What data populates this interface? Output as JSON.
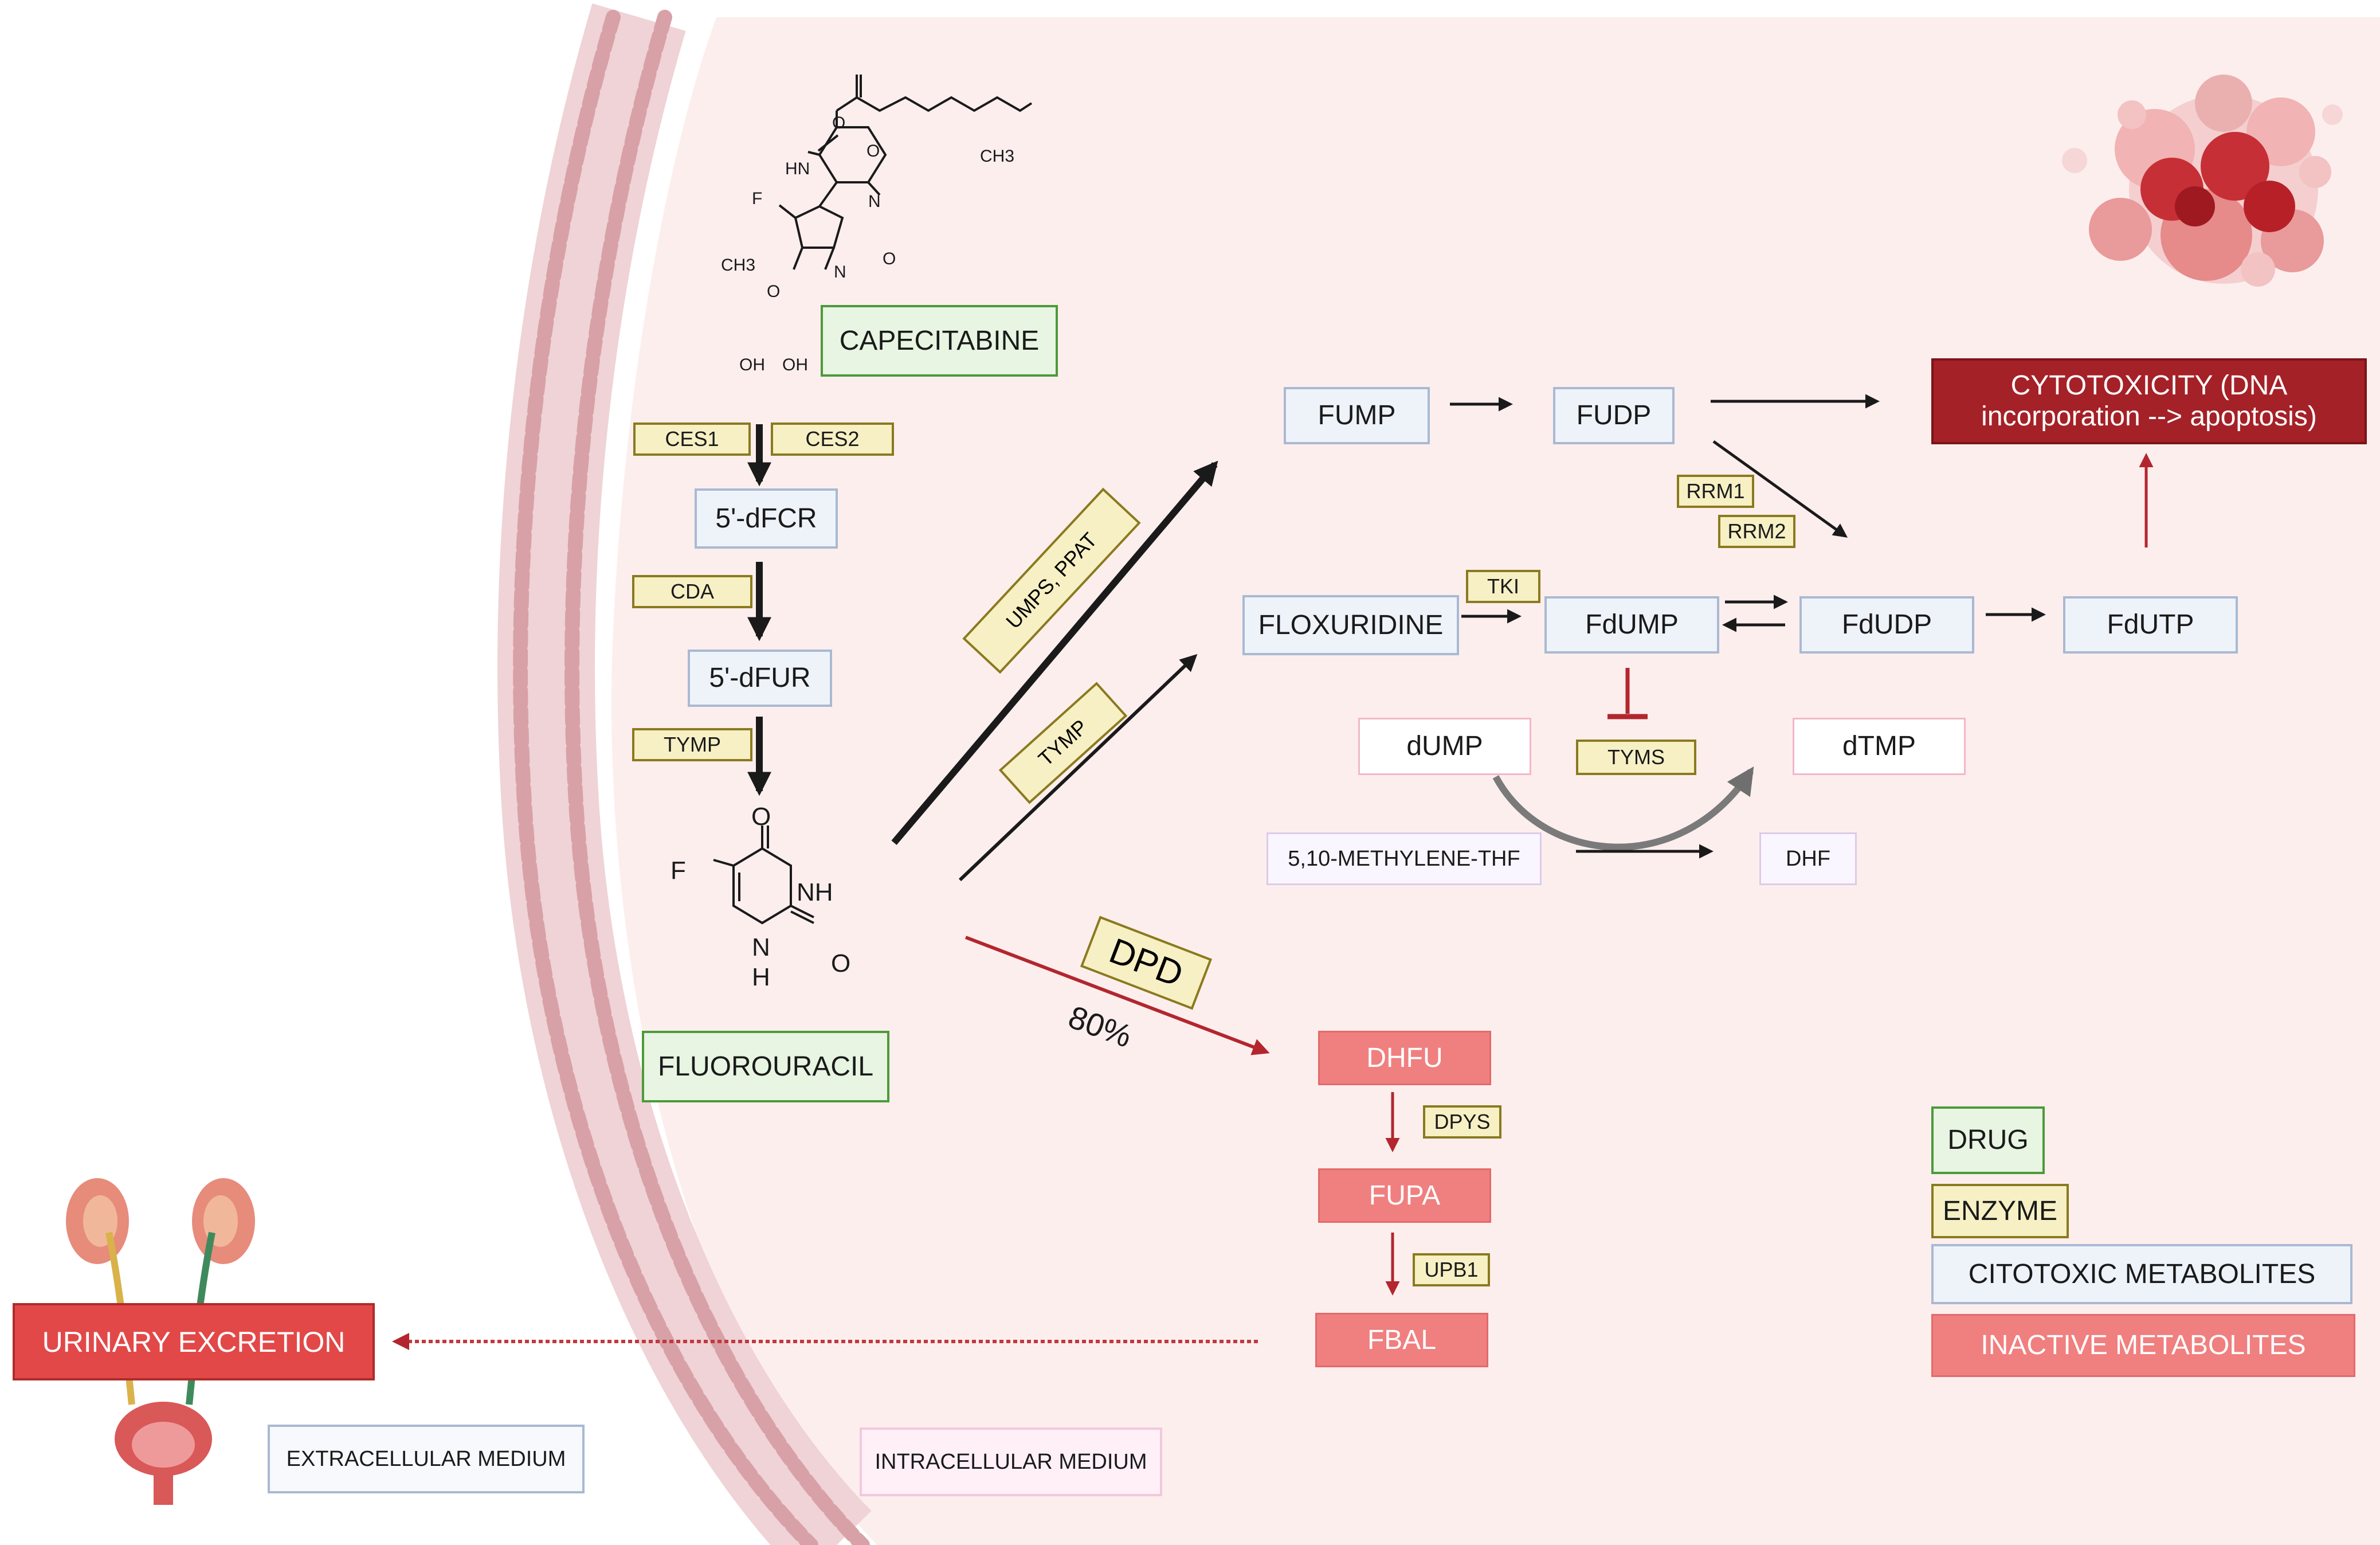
{
  "drug": {
    "capecitabine": "CAPECITABINE",
    "fluorouracil": "FLUOROURACIL",
    "floxuridine": "FLOXURIDINE"
  },
  "enzymes": {
    "ces1": "CES1",
    "ces2": "CES2",
    "cda": "CDA",
    "tymp_1": "TYMP",
    "umps_ppat": "UMPS, PPAT",
    "tymp_2": "TYMP",
    "dpd": "DPD",
    "tki": "TKI",
    "rrm1": "RRM1",
    "rrm2": "RRM2",
    "tyms": "TYMS",
    "dpys": "DPYS",
    "upb1": "UPB1"
  },
  "metabolites": {
    "dfcr": "5'-dFCR",
    "dfur": "5'-dFUR",
    "fump": "FUMP",
    "fudp": "FUDP",
    "fdump": "FdUMP",
    "fdudp": "FdUDP",
    "fdutp": "FdUTP",
    "dump": "dUMP",
    "dtmp": "dTMP",
    "methylene_thf": "5,10-METHYLENE-THF",
    "dhf": "DHF",
    "dhfu": "DHFU",
    "fupa": "FUPA",
    "fbal": "FBAL"
  },
  "outcomes": {
    "cytotoxicity": "CYTOTOXICITY (DNA incorporation --> apoptosis)",
    "urinary_excretion": "URINARY EXCRETION",
    "dpd_percent": "80%"
  },
  "media": {
    "extracellular": "EXTRACELLULAR MEDIUM",
    "intracellular": "INTRACELLULAR MEDIUM"
  },
  "legend": {
    "drug": "DRUG",
    "enzyme": "ENZYME",
    "citotoxic": "CITOTOXIC METABOLITES",
    "inactive": "INACTIVE METABOLITES"
  },
  "chem_labels": {
    "o": "O",
    "nh": "NH",
    "hn": "HN",
    "n": "N",
    "f": "F",
    "ch3": "CH3",
    "oh": "OH",
    "h": "H"
  },
  "colors": {
    "cell_interior": "#fdeeee",
    "membrane": "#d8a1a7",
    "drug_fill": "#e7f5e2",
    "enzyme_fill": "#f7f0c4",
    "citotoxic_fill": "#eef3fa",
    "inactive_fill": "#f07f7f",
    "cytotoxicity_fill": "#a42127",
    "excretion_fill": "#e24848",
    "dpd_arrow": "#b3262e"
  }
}
